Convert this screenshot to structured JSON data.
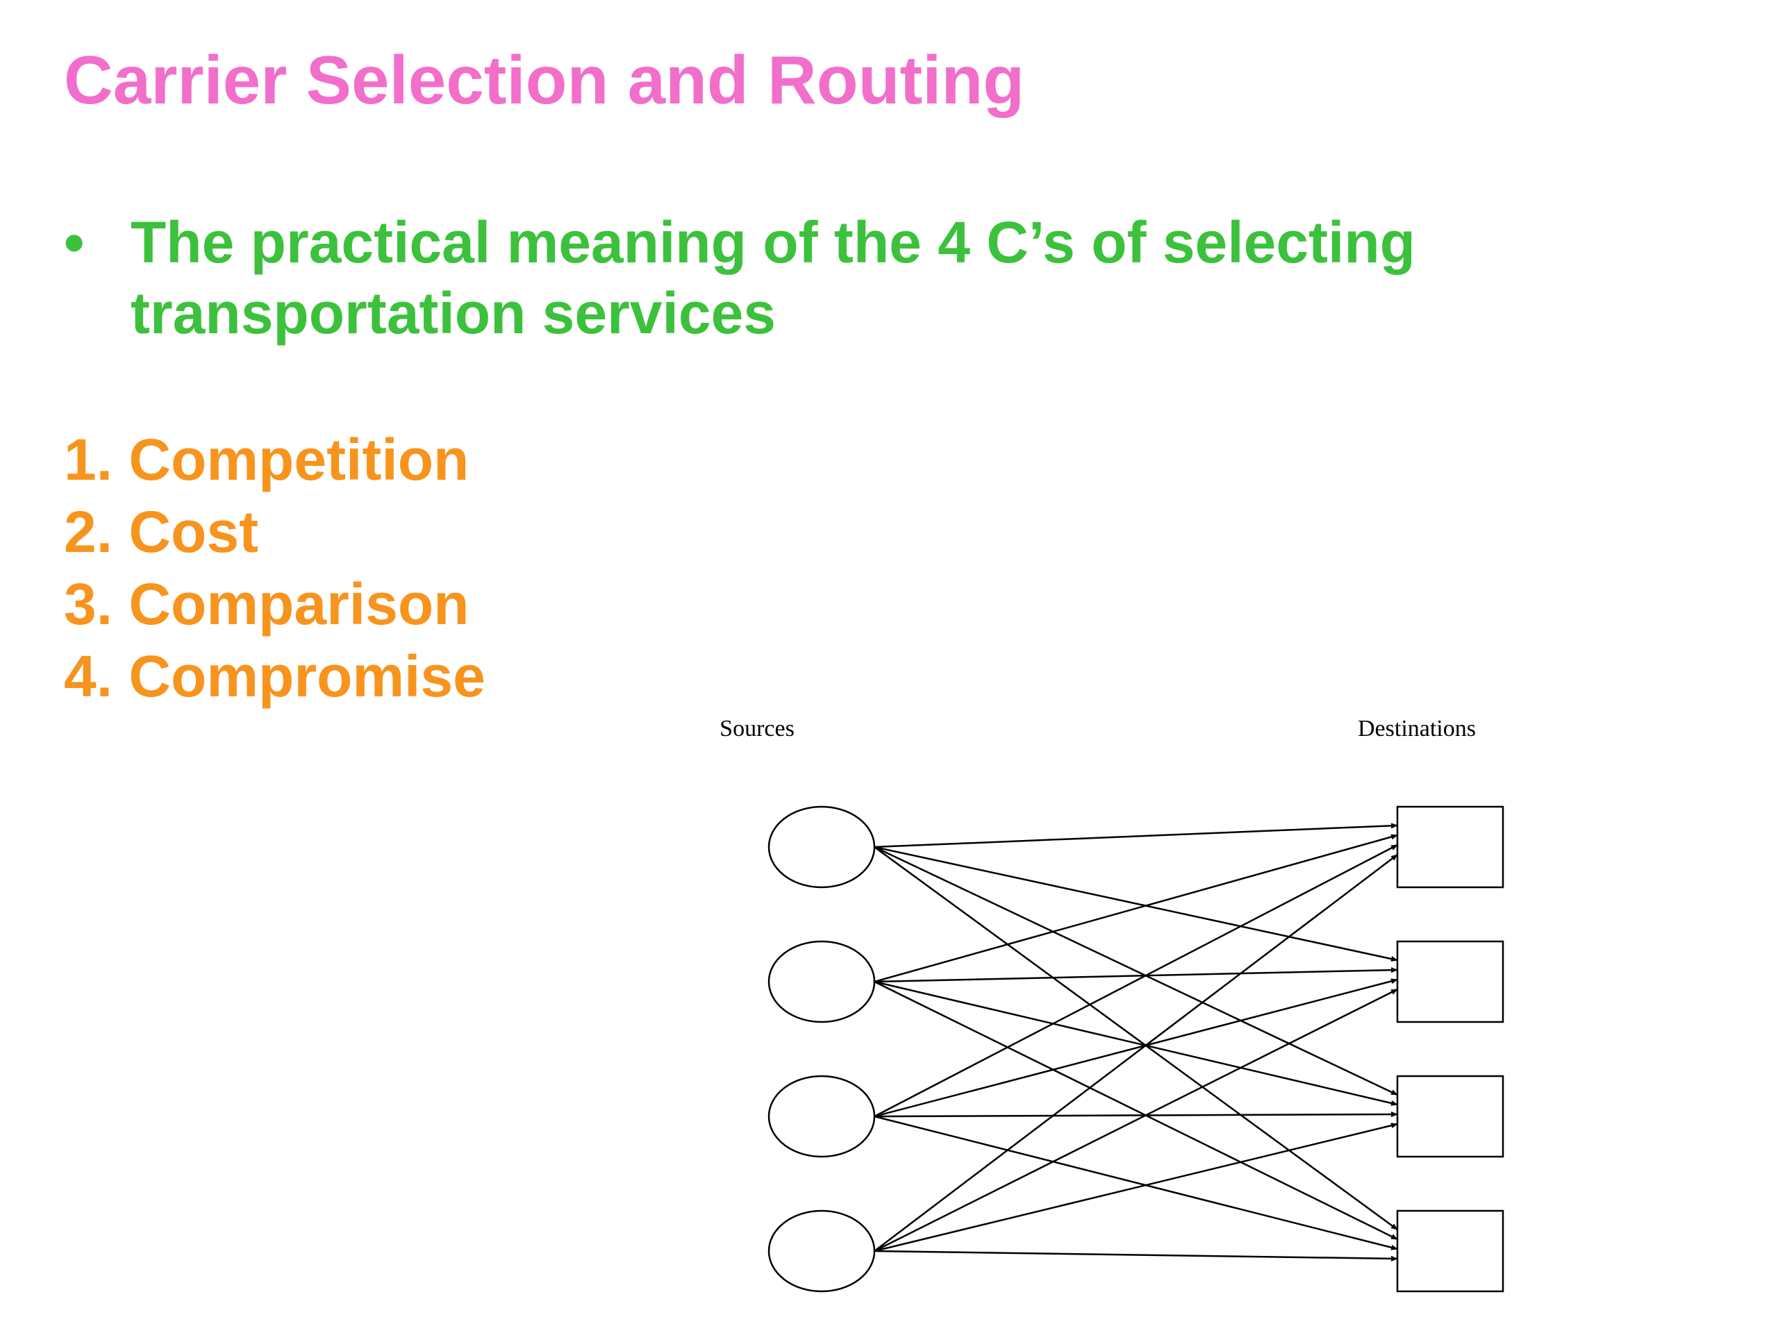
{
  "colors": {
    "title": "#f26ecb",
    "bullet": "#3cc13c",
    "list": "#f7941d",
    "diagram": "#000000"
  },
  "slide": {
    "title": "Carrier Selection and Routing",
    "bullet_marker": "•",
    "bullet_text": "The practical meaning of the 4 C’s of selecting transportation services",
    "list_items": [
      "1. Competition",
      "2. Cost",
      "3. Comparison",
      "4. Compromise"
    ]
  },
  "diagram": {
    "sources_label": "Sources",
    "destinations_label": "Destinations",
    "source_count": 4,
    "destination_count": 4
  }
}
